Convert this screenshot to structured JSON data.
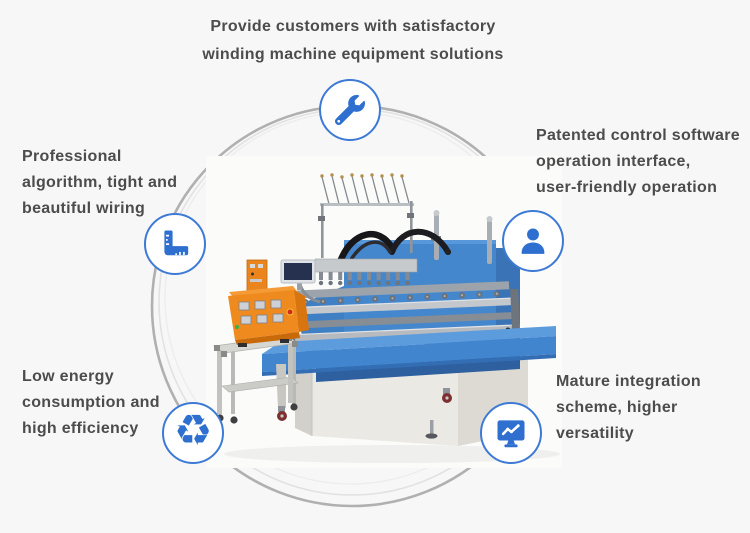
{
  "page": {
    "background_color": "#f7f7f7",
    "accent_color": "#2e6fd0",
    "circle_border_color": "#3d7ad6",
    "ring_color": "#b0b0b0",
    "text_color": "#4c4c4c"
  },
  "machine": {
    "alt": "Multi-spindle coil winding machine with orange control box on cart",
    "body_color": "#4587cd",
    "table_color": "#4285cf",
    "cabinet_color": "#ebe9e4",
    "control_box_color": "#ee8a1f"
  },
  "features": [
    {
      "position": "top",
      "icon": "wrench-icon",
      "lines": [
        "Provide customers with satisfactory",
        "winding machine equipment solutions"
      ]
    },
    {
      "position": "upper-left",
      "icon": "ruler-square-icon",
      "lines": [
        "Professional",
        "algorithm, tight and",
        "beautiful wiring"
      ]
    },
    {
      "position": "upper-right",
      "icon": "user-icon",
      "lines": [
        "Patented control software",
        "operation interface,",
        "user-friendly operation"
      ]
    },
    {
      "position": "lower-left",
      "icon": "recycle-icon",
      "lines": [
        "Low energy",
        "consumption and",
        "high efficiency"
      ]
    },
    {
      "position": "lower-right",
      "icon": "monitor-chart-icon",
      "lines": [
        "Mature integration",
        "scheme, higher",
        "versatility"
      ]
    }
  ]
}
